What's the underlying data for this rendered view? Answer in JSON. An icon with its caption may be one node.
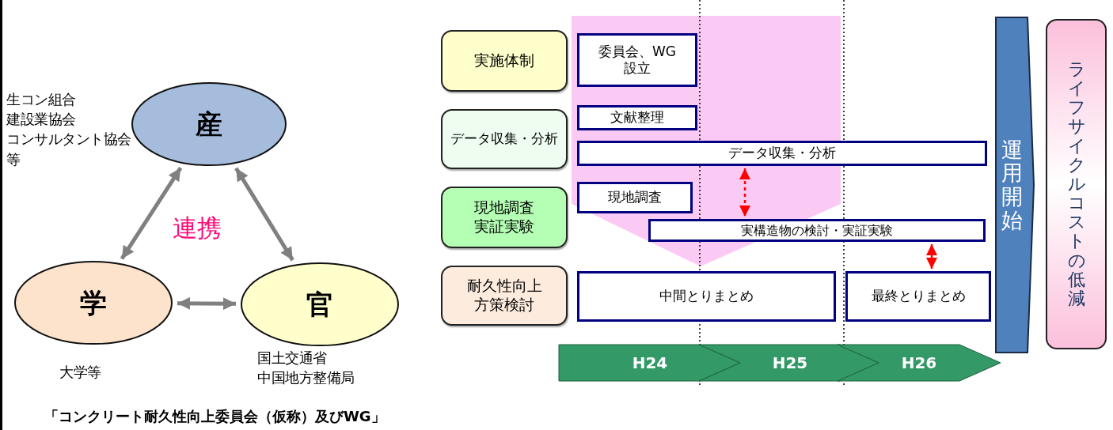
{
  "diagram": {
    "caption": "「コンクリート耐久性向上委員会（仮称）及びWG」",
    "nodes": [
      {
        "text": [
          "産"
        ],
        "beside": [
          "生コン組合",
          "建設業協会",
          "コンサルタント協会",
          "等"
        ]
      },
      {
        "text": [
          "学"
        ],
        "beside": [
          "大学等"
        ]
      },
      {
        "text": [
          "官"
        ],
        "beside": [
          "国土交通省",
          "中国地方整備局"
        ]
      },
      {
        "text": [
          "実施体制"
        ]
      },
      {
        "text": [
          "データ収集・分析"
        ]
      },
      {
        "text": [
          "現地調査実証実験"
        ]
      },
      {
        "text": [
          "耐久性向上方策検討"
        ]
      },
      {
        "text": [
          "委員会、WG設立"
        ]
      },
      {
        "text": [
          "文献整理"
        ]
      },
      {
        "text": [
          "データ収集・分析"
        ]
      },
      {
        "text": [
          "現地調査"
        ]
      },
      {
        "text": [
          "実構造物の検討・実証実験"
        ]
      },
      {
        "text": [
          "中間とりまとめ"
        ]
      },
      {
        "text": [
          "最終とりまとめ"
        ]
      },
      {
        "text": [
          "H24"
        ]
      },
      {
        "text": [
          "H25"
        ]
      },
      {
        "text": [
          "H26"
        ]
      },
      {
        "text": [
          "運用開始"
        ]
      },
      {
        "text": [
          "ライフサイクルコストの低減"
        ]
      }
    ],
    "edges": [
      {
        "from": 0,
        "to": 1,
        "arrow": "both"
      },
      {
        "from": 0,
        "to": 2,
        "arrow": "both"
      },
      {
        "from": 1,
        "to": 2,
        "arrow": "both"
      },
      {
        "from": 9,
        "to": 11,
        "arrow": "both",
        "style": "dashed",
        "color": "#ff0000"
      },
      {
        "from": 11,
        "to": 13,
        "arrow": "both",
        "color": "#ff0000"
      }
    ],
    "labels": [
      "連携"
    ]
  }
}
